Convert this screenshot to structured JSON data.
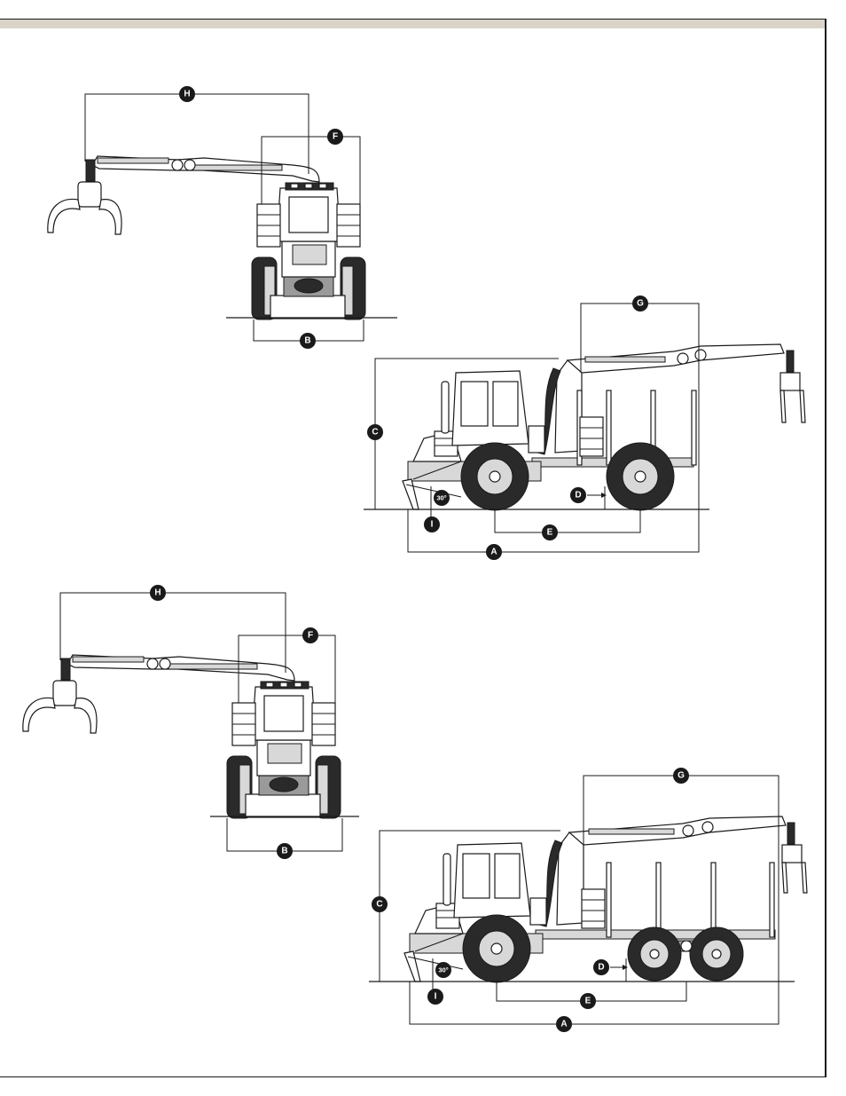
{
  "colors": {
    "header_band": "#d9d3c9",
    "ink": "#1a1a1a",
    "tire": "#2a2a2a",
    "hub_grey": "#d8d8d8"
  },
  "callouts": {
    "A": "A",
    "B": "B",
    "C": "C",
    "D": "D",
    "E": "E",
    "F": "F",
    "G": "G",
    "H": "H",
    "I": "I"
  },
  "angle_label": "30°"
}
